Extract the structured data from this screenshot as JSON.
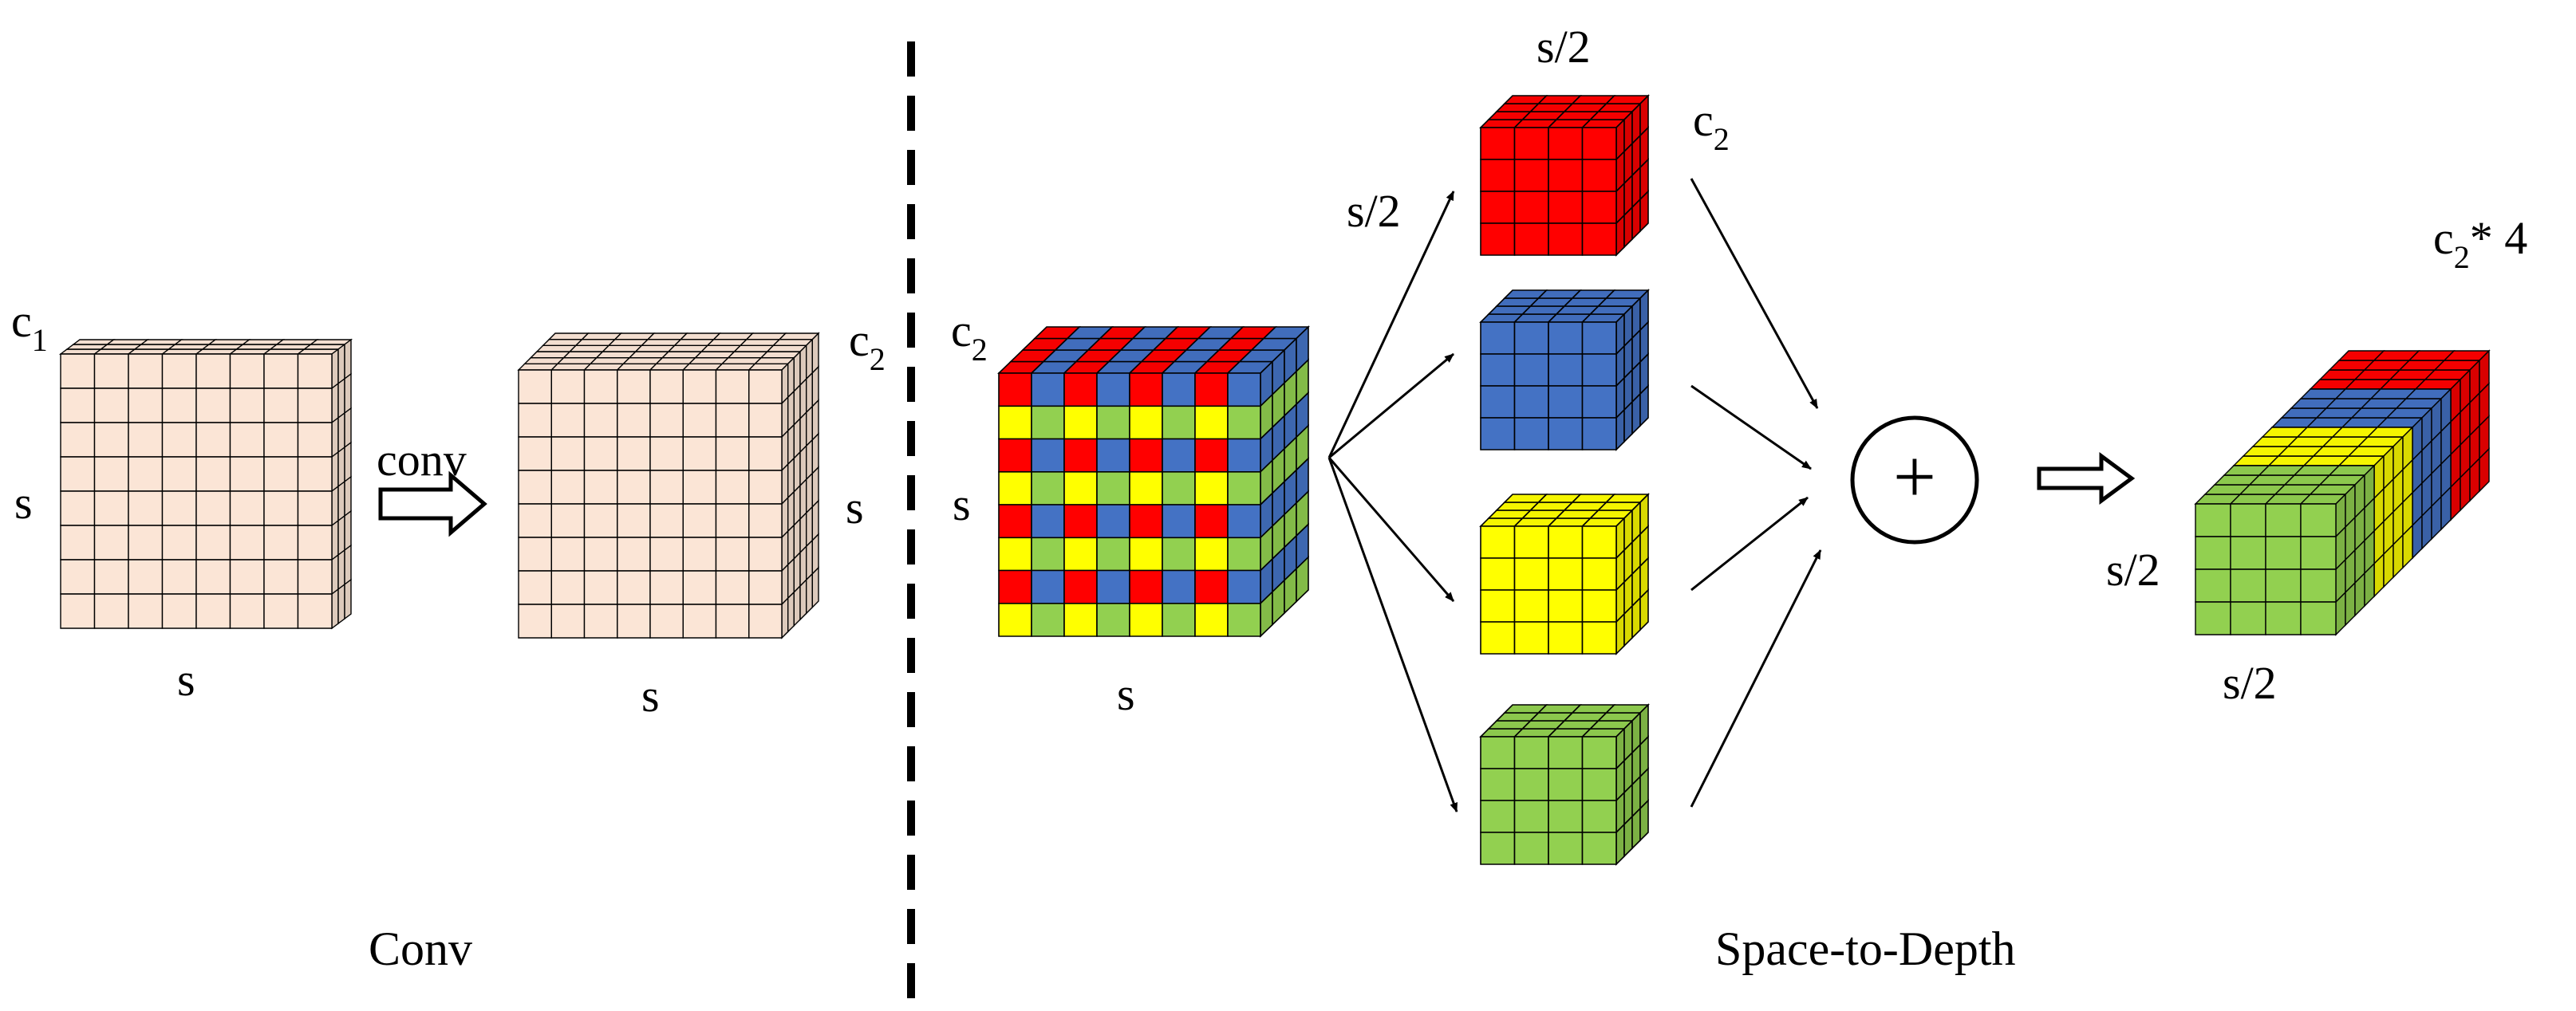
{
  "colors": {
    "peach": "#FBE5D6",
    "red": "#FF0000",
    "blue": "#4472C4",
    "yellow": "#FFFF00",
    "green": "#92D050",
    "grid_line": "#000000"
  },
  "conv_section": {
    "title": "Conv",
    "arrow_label": "conv",
    "input_cube": {
      "channel_label": "c",
      "channel_sub": "1",
      "height_label": "s",
      "width_label": "s"
    },
    "output_cube": {
      "channel_label": "c",
      "channel_sub": "2",
      "height_label": "s",
      "width_label": "s"
    }
  },
  "std_section": {
    "title": "Space-to-Depth",
    "input_cube": {
      "channel_label": "c",
      "channel_sub": "2",
      "height_label": "s",
      "width_label": "s"
    },
    "split_top_label": "s/2",
    "split_side_label": "s/2",
    "split_channel_label": "c",
    "split_channel_sub": "2",
    "split_cubes": [
      "red",
      "blue",
      "yellow",
      "green"
    ],
    "concat_symbol": "+",
    "output_cube": {
      "channel_label": "c",
      "channel_sub": "2",
      "channel_suffix": "* 4",
      "height_label": "s/2",
      "width_label": "s/2",
      "layer_order_front_to_back": [
        "green",
        "yellow",
        "blue",
        "red"
      ]
    }
  }
}
